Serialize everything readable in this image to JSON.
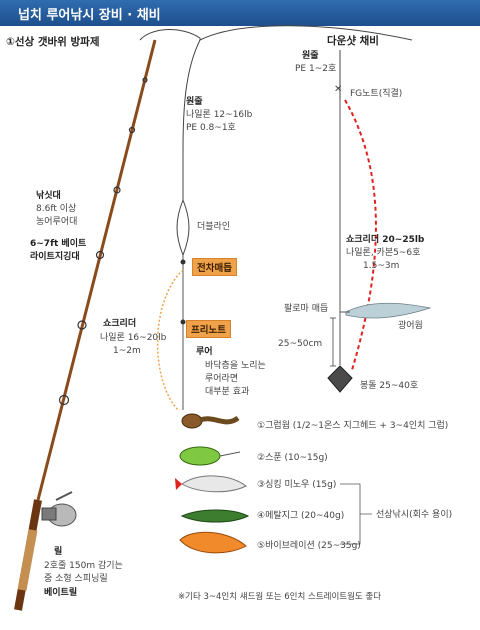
{
  "title": "넙치 루어낚시 장비 · 채비",
  "section1": "①선상  갯바위  방파제",
  "downshot_label": "다운샷 채비",
  "rod": {
    "l1": "낚싯대",
    "l2": "8.6ft 이상",
    "l3": "농어루어대",
    "l4": "6~7ft 베이트",
    "l5": "라이트지깅대"
  },
  "main_line": {
    "l1": "원줄",
    "l2": "나일론 12~16lb",
    "l3": "PE 0.8~1호"
  },
  "double_line": "더블라인",
  "swivel_knot": "전차매듭",
  "free_knot": "프리노트",
  "shock_leader": {
    "l1": "쇼크리더",
    "l2": "나일론 16~20lb",
    "l3": "1~2m"
  },
  "lure": {
    "l1": "루어",
    "l2": "바닥층을 노리는",
    "l3": "루어라면",
    "l4": "대부분 효과"
  },
  "reel": {
    "l1": "릴",
    "l2": "2호줄 150m 감기는",
    "l3": "중  소형 스피닝릴",
    "l4": "베이트릴"
  },
  "ds_main": {
    "l1": "원줄",
    "l2": "PE 1~2호"
  },
  "fg_knot": "FG노트(직결)",
  "ds_shock": {
    "l1": "쇼크리더 20~25lb",
    "l2": "나일론, 카본5~6호",
    "l3": "1.5~3m"
  },
  "palomar": "팔로마 매듭",
  "bait_fish": "광어웜",
  "ds_distance": "25~50cm",
  "sinker": "봉돌 25~40호",
  "lures_list": [
    "①그럽웜 (1/2~1온스 지그헤드 + 3~4인치 그럽)",
    "②스푼 (10~15g)",
    "③싱킹 미노우 (15g)",
    "④메탈지그 (20~40g)",
    "⑤바이브레이션 (25~35g)"
  ],
  "lures_group": "선상낚시(회수 용이)",
  "footnote": "※기타  3~4인치 섀드웜 또는 6인치 스트레이트웜도 좋다",
  "colors": {
    "title_bg": "#1e4f8c",
    "tag": "#f0a24a",
    "leader_red": "#e0221e",
    "leader_orange": "#f0a24a"
  }
}
